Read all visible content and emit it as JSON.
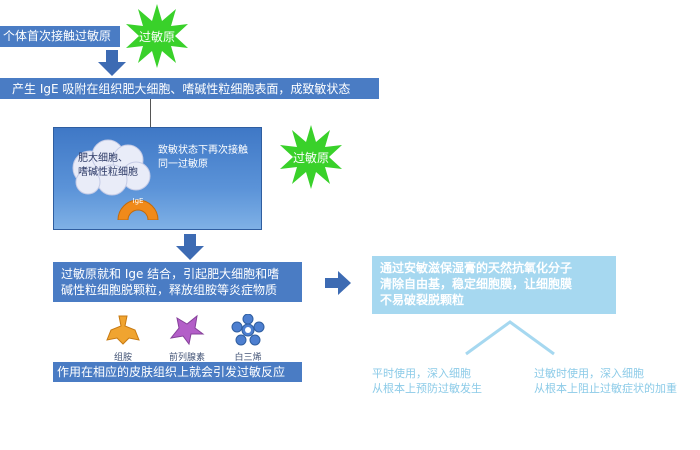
{
  "step1": {
    "text": "个体首次接触过敏原"
  },
  "allergen_star_1": {
    "label": "过敏原"
  },
  "step2": {
    "text": "产生 IgE 吸附在组织肥大细胞、嗜碱性粒细胞表面，成致敏状态"
  },
  "panel": {
    "cloud_line1": "肥大细胞、",
    "cloud_line2": "嗜碱性粒细胞",
    "text_line1": "致敏状态下再次接触",
    "text_line2": "同一过敏原",
    "gauge_label": "IgE"
  },
  "allergen_star_2": {
    "label": "过敏原"
  },
  "step3": {
    "line1": "过敏原就和 Ige 结合，引起肥大细胞和嗜",
    "line2": "碱性粒细胞脱颗粒，释放组胺等炎症物质"
  },
  "mediators": [
    {
      "label": "组胺",
      "color": "#f0a430"
    },
    {
      "label": "前列腺素",
      "color": "#b35ec8"
    },
    {
      "label": "白三烯",
      "color": "#4d7fd0"
    }
  ],
  "step4": {
    "text": "作用在相应的皮肤组织上就会引发过敏反应"
  },
  "info": {
    "line1": "通过安敏滋保湿膏的天然抗氧化分子",
    "line2": "清除自由基，稳定细胞膜，让细胞膜",
    "line3": "不易破裂脱颗粒"
  },
  "usage_left": {
    "line1": "平时使用，深入细胞",
    "line2": "从根本上预防过敏发生"
  },
  "usage_right": {
    "line1": "过敏时使用，深入细胞",
    "line2": "从根本上阻止过敏症状的加重"
  },
  "colors": {
    "flow_box": "#4a7cc4",
    "arrow": "#3d6bb3",
    "star": "#39d12a",
    "info_box": "#a6d8f0",
    "light_text": "#8ccbe8"
  }
}
